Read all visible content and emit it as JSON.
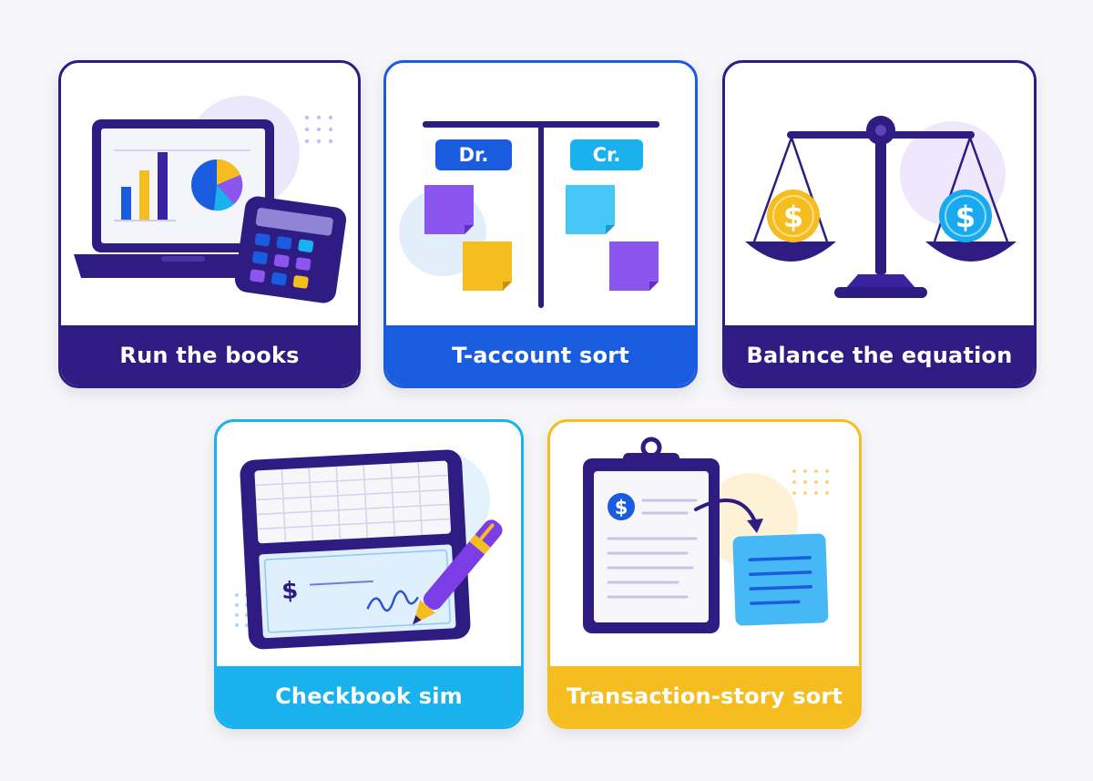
{
  "colors": {
    "indigo": "#2f1c82",
    "blue": "#1a5ce0",
    "sky": "#19b1ee",
    "yellow": "#f5bd1f",
    "purple": "#8b55f0",
    "light_bg": "#f6f6f8"
  },
  "cards": [
    {
      "label": "Run the books",
      "icons": [
        "laptop-icon",
        "bar-chart-icon",
        "pie-chart-icon",
        "calculator-icon"
      ]
    },
    {
      "label": "T-account sort",
      "debit_label": "Dr.",
      "credit_label": "Cr.",
      "icons": [
        "t-account-icon",
        "sticky-note-icon"
      ]
    },
    {
      "label": "Balance the equation",
      "coin_symbol": "$",
      "icons": [
        "balance-scale-icon",
        "dollar-coin-icon"
      ]
    },
    {
      "label": "Checkbook sim",
      "check_symbol": "$",
      "icons": [
        "checkbook-icon",
        "pen-icon"
      ]
    },
    {
      "label": "Transaction-story sort",
      "doc_symbol": "$",
      "icons": [
        "clipboard-icon",
        "arrow-icon",
        "note-card-icon"
      ]
    }
  ]
}
